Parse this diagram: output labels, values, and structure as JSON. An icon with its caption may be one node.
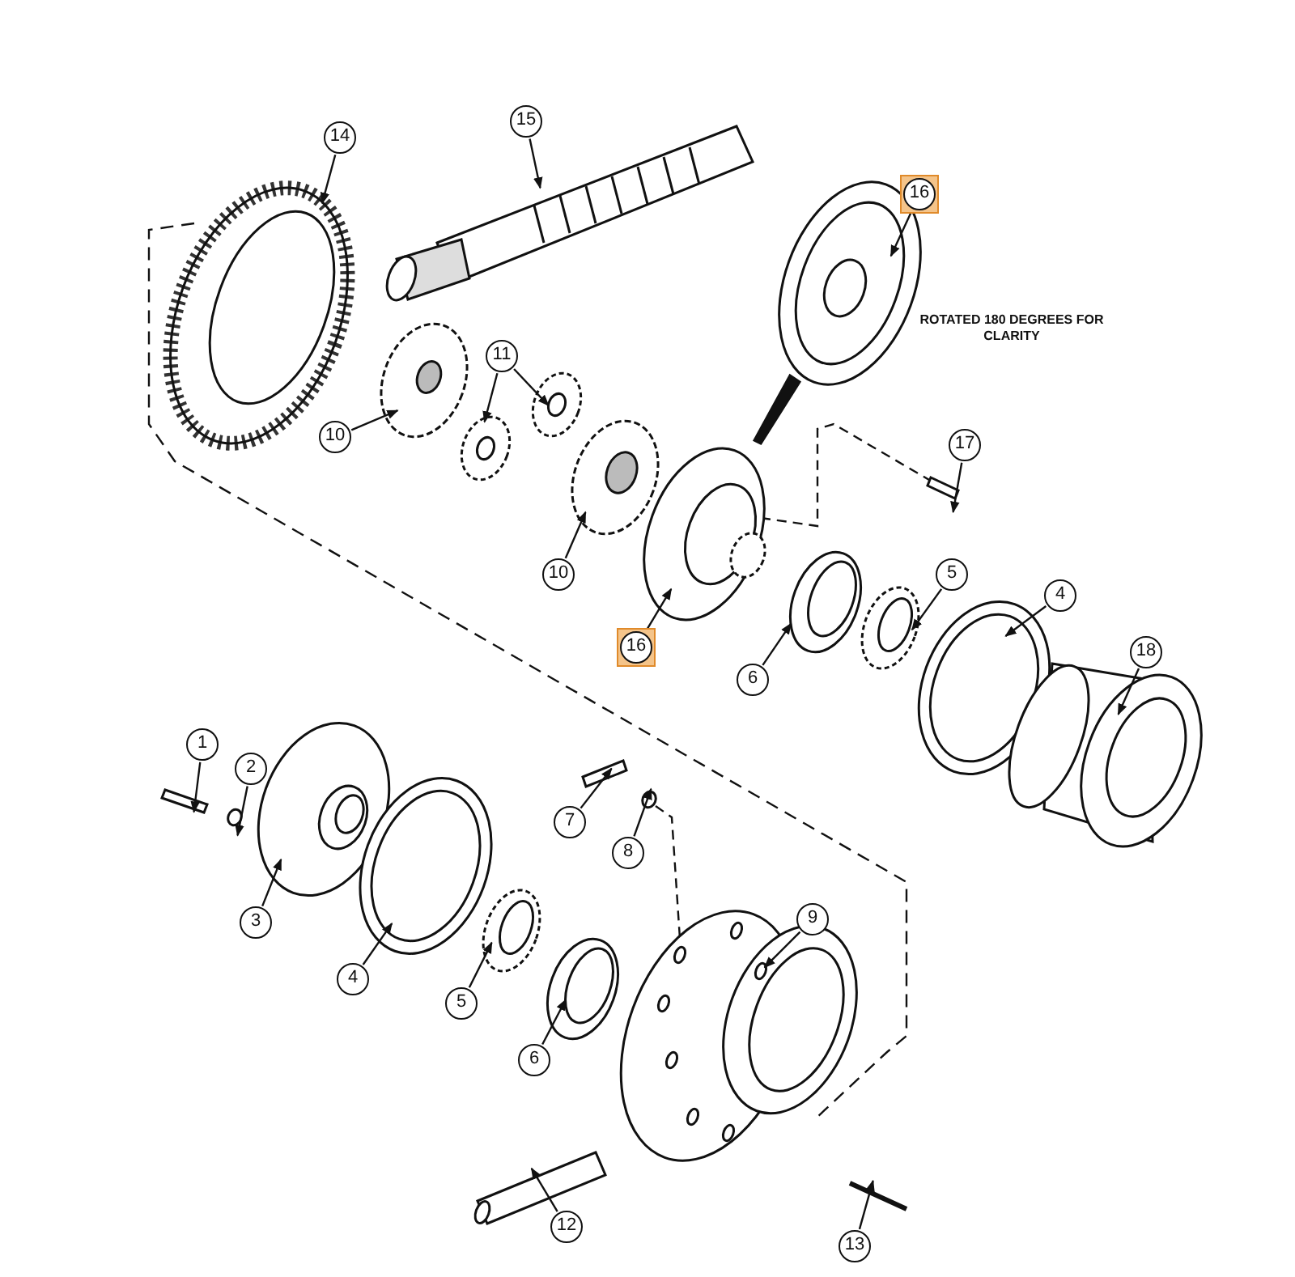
{
  "diagram": {
    "nodes": [
      {
        "text": [
          "14"
        ]
      },
      {
        "text": [
          "15"
        ]
      },
      {
        "text": [
          "16"
        ]
      },
      {
        "text": [
          "11"
        ]
      },
      {
        "text": [
          "10"
        ]
      },
      {
        "text": [
          "17"
        ]
      },
      {
        "text": [
          "10"
        ]
      },
      {
        "text": [
          "5"
        ]
      },
      {
        "text": [
          "4"
        ]
      },
      {
        "text": [
          "16"
        ]
      },
      {
        "text": [
          "18"
        ]
      },
      {
        "text": [
          "6"
        ]
      },
      {
        "text": [
          "1"
        ]
      },
      {
        "text": [
          "2"
        ]
      },
      {
        "text": [
          "7"
        ]
      },
      {
        "text": [
          "8"
        ]
      },
      {
        "text": [
          "3"
        ]
      },
      {
        "text": [
          "9"
        ]
      },
      {
        "text": [
          "4"
        ]
      },
      {
        "text": [
          "5"
        ]
      },
      {
        "text": [
          "6"
        ]
      },
      {
        "text": [
          "12"
        ]
      },
      {
        "text": [
          "13"
        ]
      }
    ],
    "edges": [
      {
        "from": 0,
        "to": null,
        "arrow": "to"
      },
      {
        "from": 1,
        "to": null,
        "arrow": "to"
      },
      {
        "from": 2,
        "to": null,
        "arrow": "to"
      },
      {
        "from": 3,
        "to": null,
        "arrow": "to"
      },
      {
        "from": 3,
        "to": null,
        "arrow": "to"
      },
      {
        "from": 4,
        "to": null,
        "arrow": "to"
      },
      {
        "from": 5,
        "to": null,
        "arrow": "to"
      },
      {
        "from": 6,
        "to": null,
        "arrow": "to"
      },
      {
        "from": 7,
        "to": null,
        "arrow": "to"
      },
      {
        "from": 8,
        "to": null,
        "arrow": "to"
      },
      {
        "from": 9,
        "to": null,
        "arrow": "to"
      },
      {
        "from": 10,
        "to": null,
        "arrow": "to"
      },
      {
        "from": 11,
        "to": null,
        "arrow": "to"
      },
      {
        "from": 12,
        "to": null,
        "arrow": "to"
      },
      {
        "from": 13,
        "to": null,
        "arrow": "to"
      },
      {
        "from": 14,
        "to": null,
        "arrow": "to"
      },
      {
        "from": 15,
        "to": null,
        "arrow": "to"
      },
      {
        "from": 16,
        "to": null,
        "arrow": "to"
      },
      {
        "from": 17,
        "to": null,
        "arrow": "to"
      },
      {
        "from": 18,
        "to": null,
        "arrow": "to"
      },
      {
        "from": 19,
        "to": null,
        "arrow": "to"
      },
      {
        "from": 20,
        "to": null,
        "arrow": "to"
      },
      {
        "from": 21,
        "to": null,
        "arrow": "to"
      },
      {
        "from": 22,
        "to": null,
        "arrow": "to"
      }
    ],
    "labels": [
      "ROTATED 180 DEGREES FOR CLARITY"
    ]
  }
}
